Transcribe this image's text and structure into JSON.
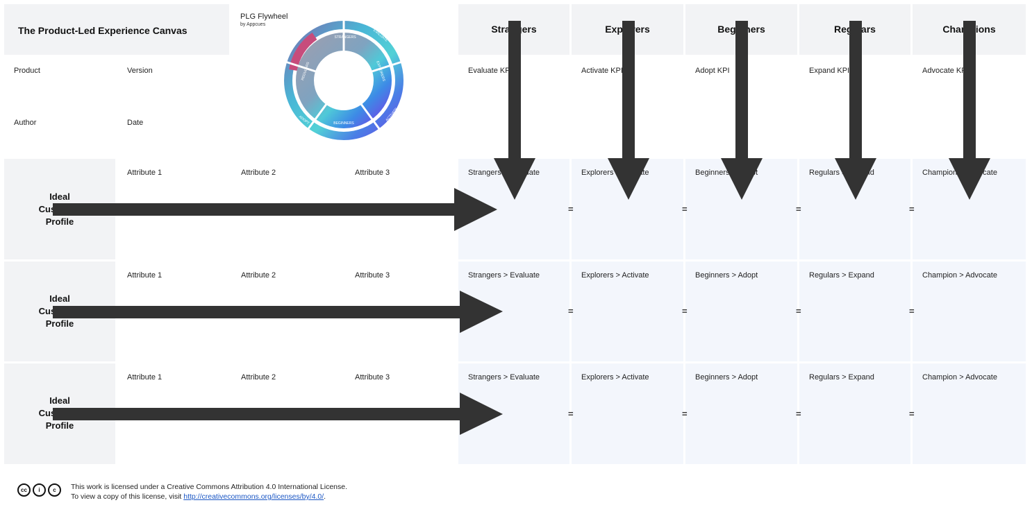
{
  "header": {
    "title": "The Product-Led Experience Canvas",
    "product_label": "Product",
    "version_label": "Version",
    "author_label": "Author",
    "date_label": "Date"
  },
  "flywheel": {
    "title": "PLG Flywheel",
    "subtitle": "by Appcues",
    "segments": [
      "STRANGERS",
      "EXPLORERS",
      "BEGINNERS",
      "REGULARS",
      "CHAMPIONS"
    ],
    "outer_labels": [
      "EVALUATE",
      "ACTIVATE",
      "ADOPT",
      "EXPAND",
      "ADVOCATE"
    ]
  },
  "stages": [
    {
      "name": "Strangers",
      "kpi": "Evaluate KPI",
      "transition": "Strangers > Evaluate"
    },
    {
      "name": "Explorers",
      "kpi": "Activate KPI",
      "transition": "Explorers > Activate"
    },
    {
      "name": "Beginners",
      "kpi": "Adopt KPI",
      "transition": "Beginners > Adopt"
    },
    {
      "name": "Regulars",
      "kpi": "Expand KPI",
      "transition": "Regulars > Expand"
    },
    {
      "name": "Champions",
      "kpi": "Advocate KPI",
      "transition": "Champion > Advocate"
    }
  ],
  "rows": [
    {
      "icp_line1": "Ideal",
      "icp_line2": "Customer",
      "icp_line3": "Profile",
      "attributes": [
        "Attribute 1",
        "Attribute 2",
        "Attribute 3"
      ]
    },
    {
      "icp_line1": "Ideal",
      "icp_line2": "Customer",
      "icp_line3": "Profile",
      "attributes": [
        "Attribute 1",
        "Attribute 2",
        "Attribute 3"
      ]
    },
    {
      "icp_line1": "Ideal",
      "icp_line2": "Customer",
      "icp_line3": "Profile",
      "attributes": [
        "Attribute 1",
        "Attribute 2",
        "Attribute 3"
      ]
    }
  ],
  "equals_sign": "=",
  "footer": {
    "line1": "This work is licensed under a Creative Commons Attribution 4.0 International License.",
    "line2_prefix": "To view a copy of this license, visit ",
    "link": "http://creativecommons.org/licenses/by/4.0/",
    "line2_suffix": ".",
    "cc_icons": [
      "cc-icon",
      "by-icon",
      "copyright-icon"
    ]
  }
}
